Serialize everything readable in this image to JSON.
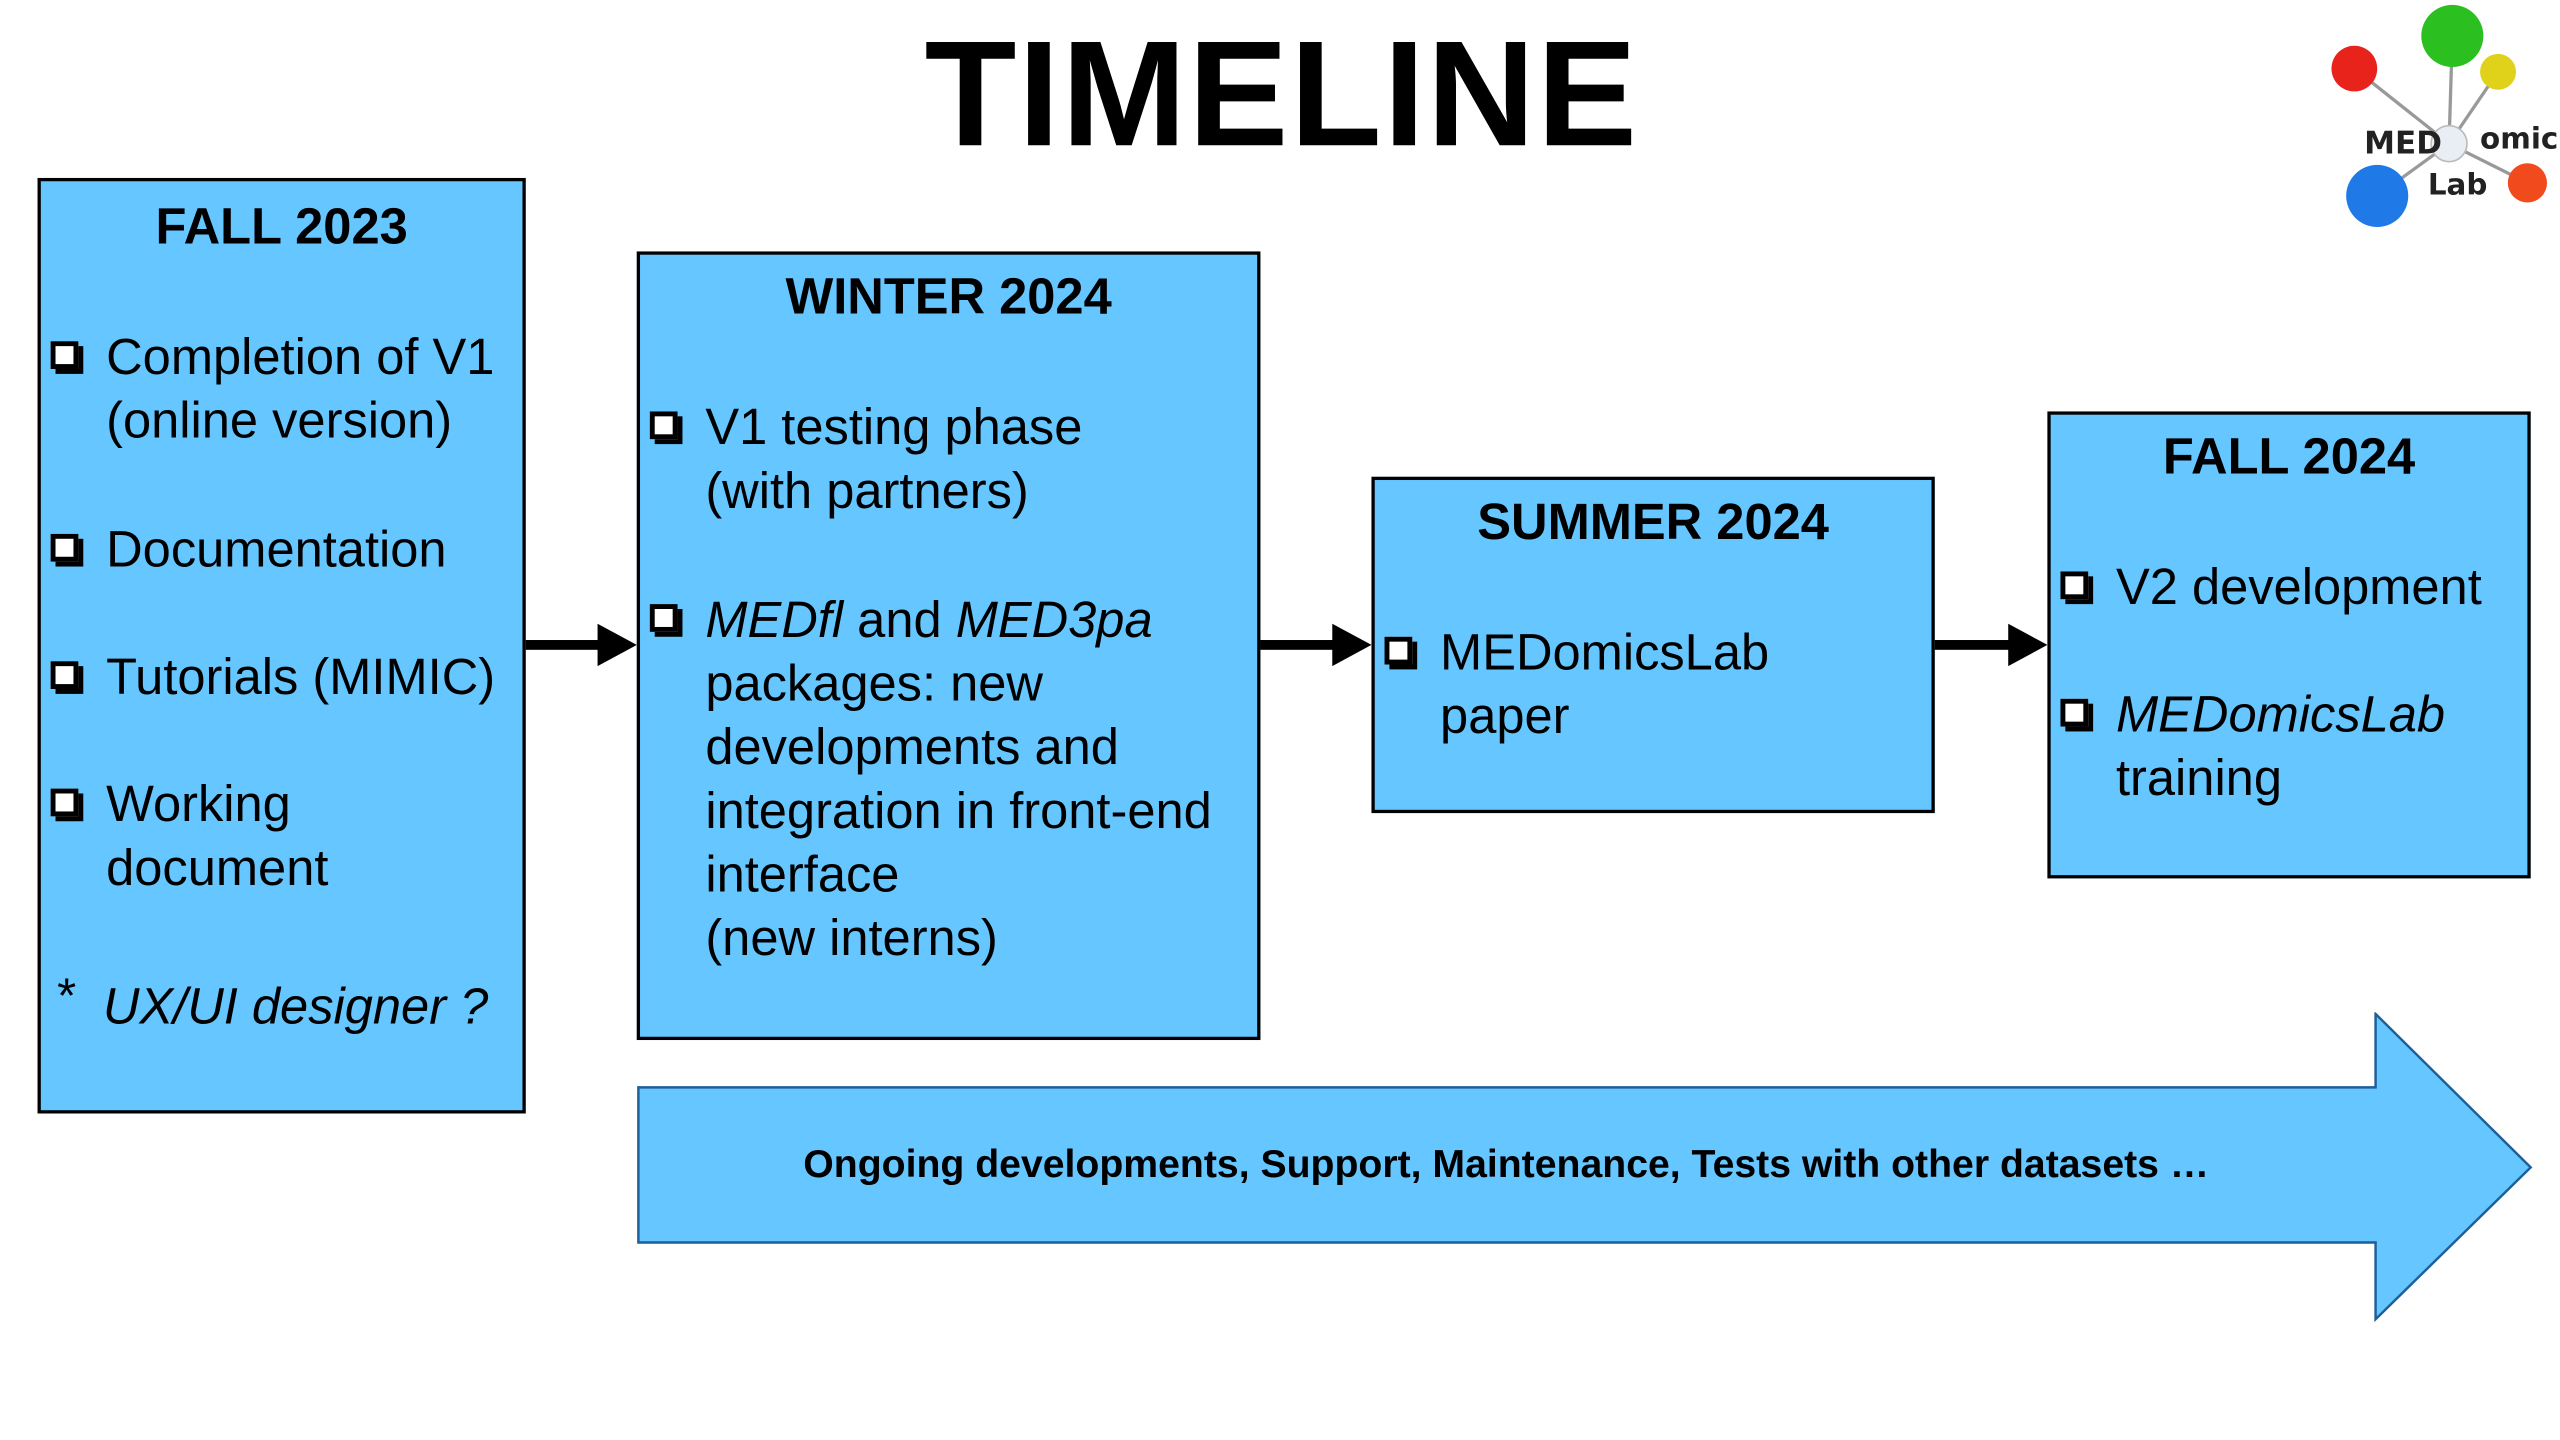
{
  "title": "TIMELINE",
  "logo": {
    "text_left": "MED",
    "text_right": "omics",
    "text_bottom": "Lab",
    "colors": [
      "#e8231c",
      "#2bbf1f",
      "#e0d21b",
      "#1f7ae8",
      "#f04a1d",
      "#e8eef3"
    ]
  },
  "phases": [
    {
      "title": "FALL 2023",
      "items": [
        {
          "lines": [
            "Completion of V1",
            "(online version)"
          ]
        },
        {
          "lines": [
            "Documentation"
          ]
        },
        {
          "lines": [
            "Tutorials (MIMIC)"
          ]
        },
        {
          "lines": [
            "Working",
            "document"
          ]
        }
      ],
      "note_marker": "*",
      "note": "UX/UI designer ?"
    },
    {
      "title": "WINTER 2024",
      "items": [
        {
          "lines": [
            "V1 testing phase",
            "(with partners)"
          ]
        },
        {
          "first_it1": "MEDfl",
          "first_mid": " and ",
          "first_it2": "MED3pa",
          "lines": [
            "packages: new",
            "developments and",
            "integration in front-end",
            "interface",
            "(new interns)"
          ]
        }
      ]
    },
    {
      "title": "SUMMER 2024",
      "items": [
        {
          "lines": [
            "MEDomicsLab",
            "paper"
          ]
        }
      ]
    },
    {
      "title": "FALL 2024",
      "items": [
        {
          "lines": [
            "V2 development"
          ]
        },
        {
          "lines": [
            "MEDomicsLab",
            "training"
          ]
        }
      ]
    }
  ],
  "ongoing": "Ongoing developments, Support, Maintenance, Tests with other datasets …",
  "colors": {
    "box_fill": "#66c6ff",
    "border": "#000000"
  }
}
